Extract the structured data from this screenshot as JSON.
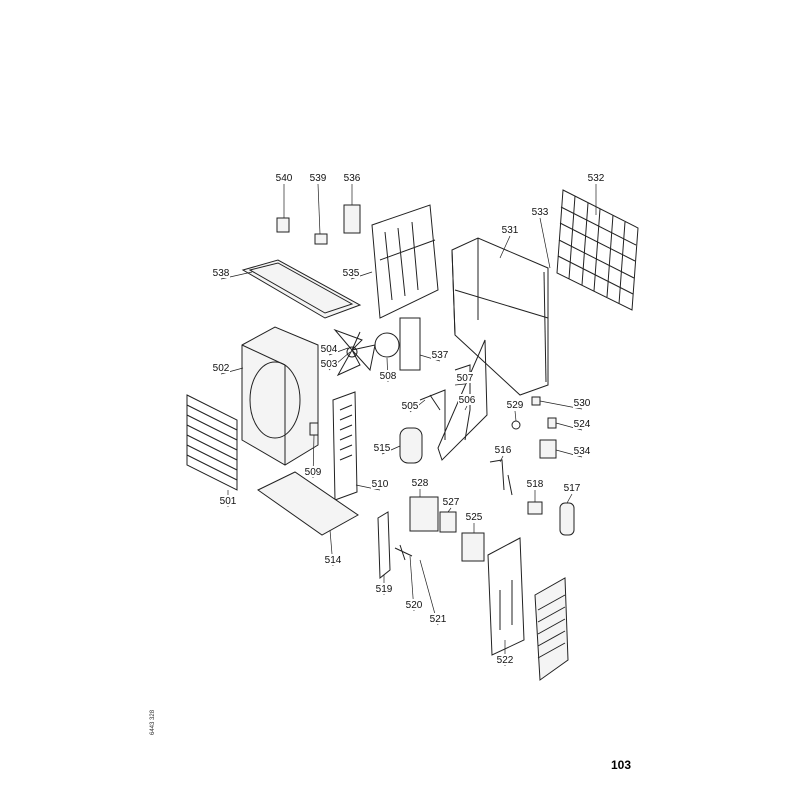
{
  "diagram": {
    "title": "Exploded parts view - outdoor unit",
    "part_labels": [
      "540",
      "539",
      "536",
      "532",
      "533",
      "531",
      "538",
      "535",
      "504",
      "503",
      "502",
      "537",
      "508",
      "507",
      "530",
      "505",
      "506",
      "529",
      "524",
      "534",
      "515",
      "509",
      "516",
      "510",
      "501",
      "528",
      "527",
      "518",
      "517",
      "525",
      "514",
      "519",
      "520",
      "521",
      "522"
    ]
  },
  "footer": {
    "page_number": "103",
    "document_code": "6443 328"
  }
}
